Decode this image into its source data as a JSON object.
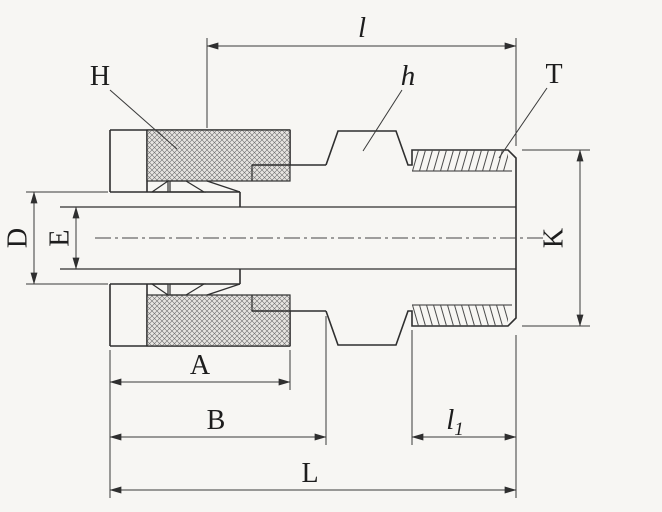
{
  "drawing": {
    "labels": {
      "l": "l",
      "H": "H",
      "h": "h",
      "T": "T",
      "D": "D",
      "E": "E",
      "K": "K",
      "A": "A",
      "B": "B",
      "l1_main": "l",
      "l1_sub": "1",
      "L": "L"
    },
    "colors": {
      "background": "#f7f6f3",
      "line": "#2f2f2f",
      "thin_line": "#3f3f3f",
      "text": "#1d1d1d"
    }
  }
}
